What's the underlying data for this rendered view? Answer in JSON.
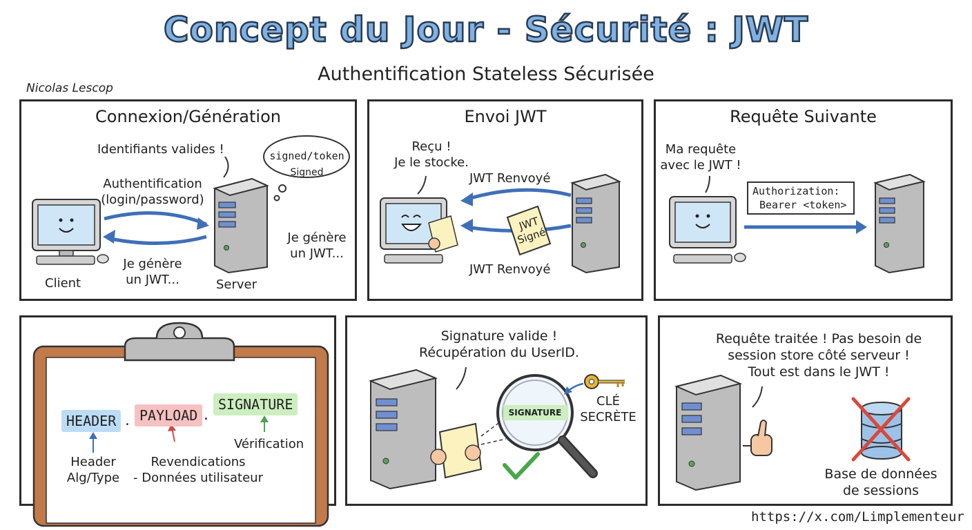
{
  "header": {
    "title": "Concept du Jour - Sécurité : JWT",
    "subtitle": "Authentification Stateless Sécurisée",
    "author": "Nicolas Lescop",
    "footer_url": "https://x.com/Limplementeur"
  },
  "panel1": {
    "title": "Connexion/Génération",
    "bubble_top": "Identifiants valides !",
    "thought_line1": "signed/token",
    "thought_line2": "Signed",
    "auth_line1": "Authentification",
    "auth_line2": "(login/password)",
    "gen_left_line1": "Je génère",
    "gen_left_line2": "un JWT...",
    "gen_right_line1": "Je génère",
    "gen_right_line2": "un JWT...",
    "client_label": "Client",
    "server_label": "Server"
  },
  "panel2": {
    "title": "Envoi JWT",
    "received_line1": "Reçu !",
    "received_line2": "Je le stocke.",
    "arrow_top_label": "JWT Renvoyé",
    "arrow_bottom_label": "JWT Renvoyé",
    "doc_line1": "JWT",
    "doc_line2": "Signé"
  },
  "panel3": {
    "title": "Requête Suivante",
    "bubble_line1": "Ma requête",
    "bubble_line2": "avec le JWT !",
    "auth_header_line1": "Authorization:",
    "auth_header_line2": "Bearer <token>"
  },
  "panel4": {
    "token_header": "HEADER",
    "dot1": ".",
    "token_payload": "PAYLOAD",
    "dot2": ".",
    "token_signature": "SIGNATURE",
    "header_desc_line1": "Header",
    "header_desc_line2": "Alg/Type",
    "payload_desc_line1": "Revendications",
    "payload_desc_line2": "- Données utilisateur",
    "signature_desc": "Vérification",
    "colors": {
      "header": "#bcdcf5",
      "payload": "#f6c1c1",
      "signature": "#cdeec0"
    }
  },
  "panel5": {
    "bubble_line1": "Signature valide !",
    "bubble_line2": "Récupération du UserID.",
    "lens_label": "SIGNATURE",
    "key_line1": "CLÉ",
    "key_line2": "SECRÈTE"
  },
  "panel6": {
    "bubble_line1": "Requête traitée ! Pas besoin de",
    "bubble_line2": "session store côté serveur !",
    "bubble_line3": "Tout est dans le JWT !",
    "db_line1": "Base de données",
    "db_line2": "de sessions"
  }
}
